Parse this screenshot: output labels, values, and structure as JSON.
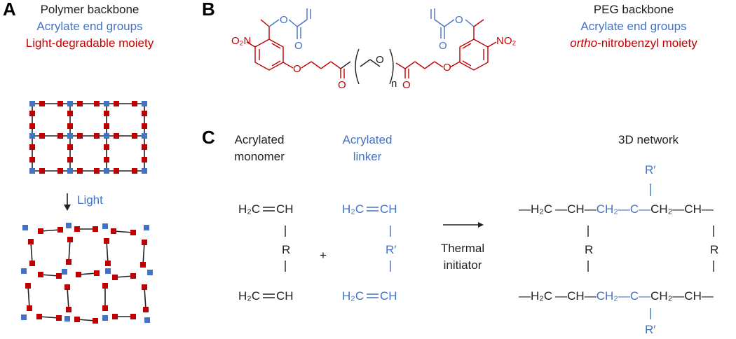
{
  "colors": {
    "black": "#222222",
    "blue": "#4472C4",
    "red": "#C00000"
  },
  "panel_a": {
    "letter": "A",
    "line1": "Polymer backbone",
    "line2": "Acrylate end groups",
    "line3": "Light-degradable moiety",
    "arrow_label": "Light"
  },
  "panel_b": {
    "letter": "B",
    "line1": "PEG backbone",
    "line2": "Acrylate end groups",
    "line3_italic": "ortho",
    "line3_rest": "-nitrobenzyl moiety",
    "atoms": {
      "no2_left": "O₂N",
      "no2_right": "NO₂",
      "oxygen": "O",
      "repeat_subscript": "n"
    }
  },
  "panel_c": {
    "letter": "C",
    "monomer_title_1": "Acrylated",
    "monomer_title_2": "monomer",
    "linker_title_1": "Acrylated",
    "linker_title_2": "linker",
    "network_title": "3D network",
    "h2c": "H₂C",
    "ch": "CH",
    "r_group": "R",
    "r_prime": "R′",
    "plus": "+",
    "initiator_1": "Thermal",
    "initiator_2": "initiator",
    "net_top": {
      "h2c": "—H₂C",
      "ch1": "—CH—",
      "ch2": "CH₂",
      "c": "—C—",
      "ch3": "CH₂—CH—"
    },
    "net_bottom": {
      "h2c": "—H₂C",
      "ch1": "—CH—",
      "ch2": "CH₂",
      "c": "—C—",
      "ch3": "CH₂—CH—"
    }
  }
}
